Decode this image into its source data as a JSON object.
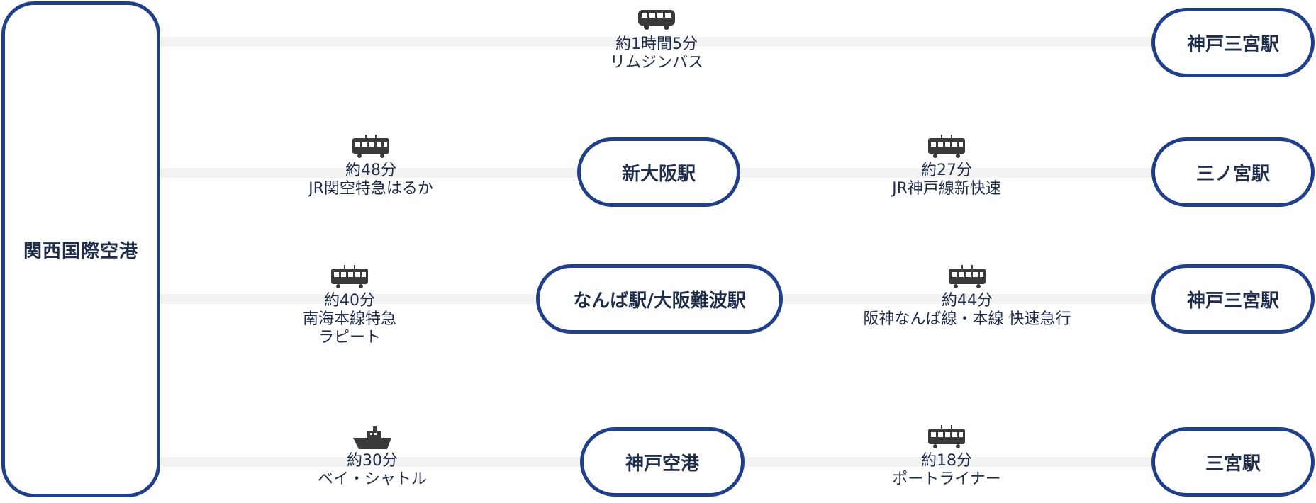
{
  "origin": {
    "label": "関西国際空港"
  },
  "rows": [
    {
      "name": "row-1",
      "segments": [
        {
          "icon": "bus-icon",
          "time": "約1時間5分",
          "lines": [
            "リムジンバス"
          ]
        }
      ],
      "via": null,
      "destination": "神戸三宮駅"
    },
    {
      "name": "row-2",
      "segments": [
        {
          "icon": "train-icon",
          "time": "約48分",
          "lines": [
            "JR関空特急はるか"
          ]
        },
        {
          "icon": "train-icon",
          "time": "約27分",
          "lines": [
            "JR神戸線新快速"
          ]
        }
      ],
      "via": "新大阪駅",
      "destination": "三ノ宮駅"
    },
    {
      "name": "row-3",
      "segments": [
        {
          "icon": "train-icon",
          "time": "約40分",
          "lines": [
            "南海本線特急",
            "ラピート"
          ]
        },
        {
          "icon": "train-icon",
          "time": "約44分",
          "lines": [
            "阪神なんば線・本線 快速急行"
          ]
        }
      ],
      "via": "なんば駅/大阪難波駅",
      "destination": "神戸三宮駅"
    },
    {
      "name": "row-4",
      "segments": [
        {
          "icon": "ship-icon",
          "time": "約30分",
          "lines": [
            "ベイ・シャトル"
          ]
        },
        {
          "icon": "train-icon",
          "time": "約18分",
          "lines": [
            "ポートライナー"
          ]
        }
      ],
      "via": "神戸空港",
      "destination": "三宮駅"
    }
  ],
  "colors": {
    "border": "#1f3f8b",
    "text": "#1f2d4a",
    "line": "#f3f3f3",
    "icon": "#3a3a3a"
  }
}
